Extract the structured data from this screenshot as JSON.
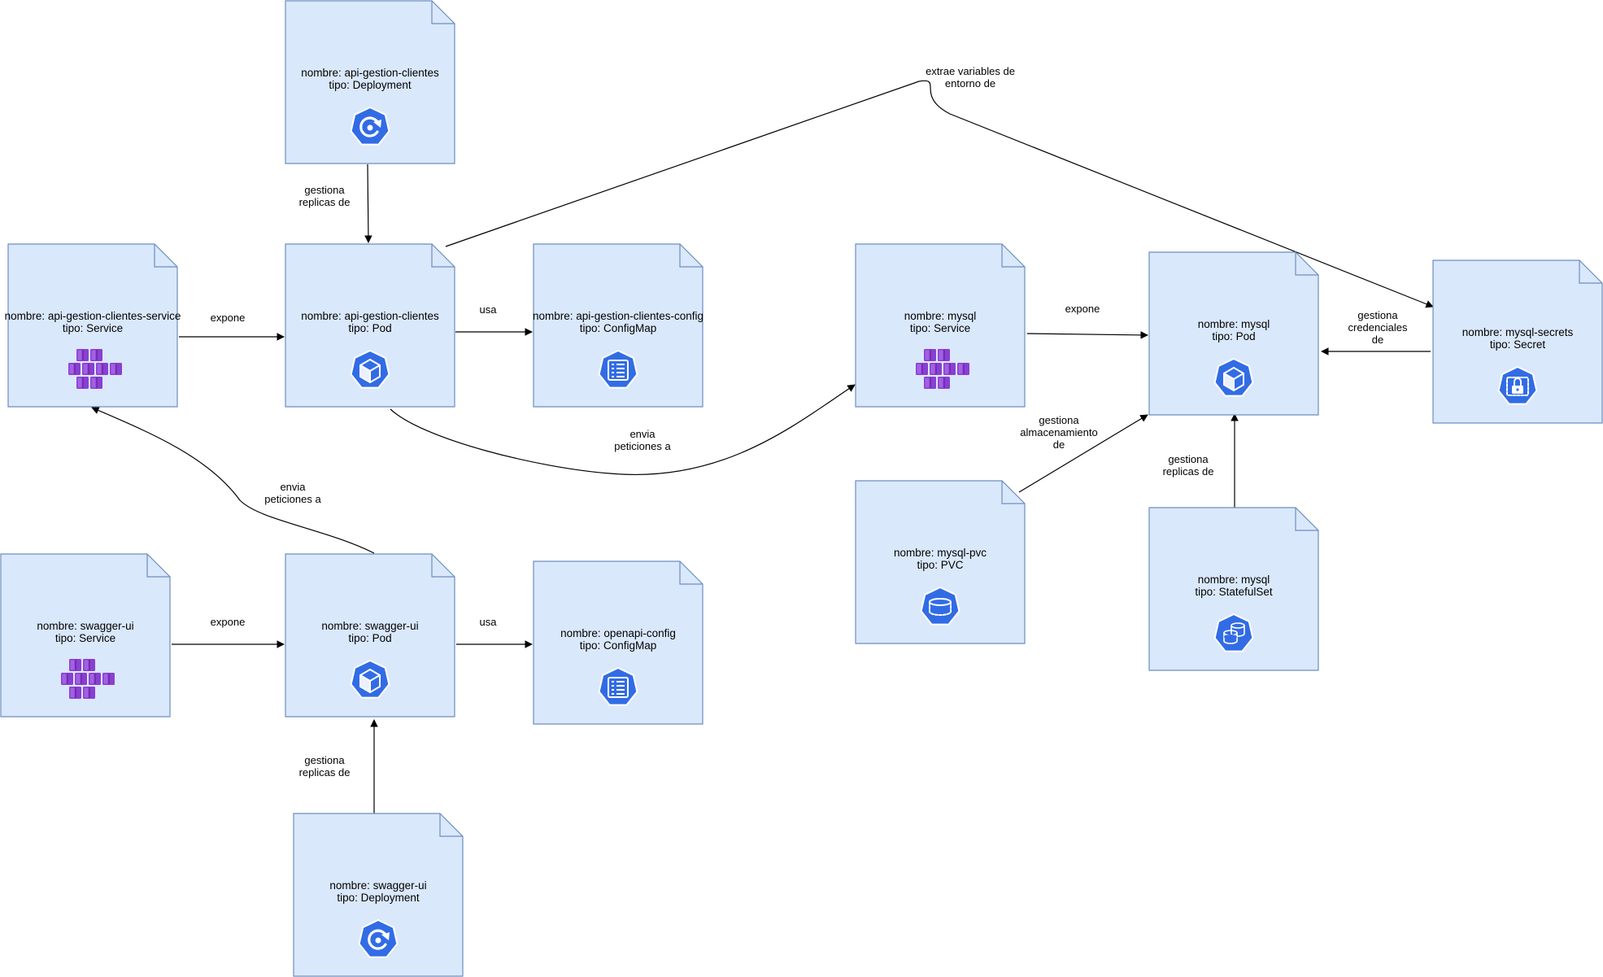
{
  "colors": {
    "note_fill": "#dae8fc",
    "note_stroke": "#6c8ebf",
    "k8s_blue": "#326ce5",
    "service_purple": "#8a3fd0",
    "service_purple_light": "#b77ef0"
  },
  "nodes": [
    {
      "id": "deploy-api",
      "name": "nombre: api-gestion-clientes",
      "type": "tipo: Deployment",
      "icon": "deployment-icon"
    },
    {
      "id": "svc-api",
      "name": "nombre: api-gestion-clientes-service",
      "type": "tipo: Service",
      "icon": "service-icon"
    },
    {
      "id": "pod-api",
      "name": "nombre: api-gestion-clientes",
      "type": "tipo: Pod",
      "icon": "pod-icon"
    },
    {
      "id": "cm-api",
      "name": "nombre: api-gestion-clientes-config",
      "type": "tipo: ConfigMap",
      "icon": "configmap-icon"
    },
    {
      "id": "svc-mysql",
      "name": "nombre: mysql",
      "type": "tipo: Service",
      "icon": "service-icon"
    },
    {
      "id": "pod-mysql",
      "name": "nombre: mysql",
      "type": "tipo: Pod",
      "icon": "pod-icon"
    },
    {
      "id": "secret-mysql",
      "name": "nombre: mysql-secrets",
      "type": "tipo: Secret",
      "icon": "secret-icon"
    },
    {
      "id": "pvc-mysql",
      "name": "nombre: mysql-pvc",
      "type": "tipo: PVC",
      "icon": "pvc-icon"
    },
    {
      "id": "sts-mysql",
      "name": "nombre: mysql",
      "type": "tipo: StatefulSet",
      "icon": "statefulset-icon"
    },
    {
      "id": "svc-swagger",
      "name": "nombre: swagger-ui",
      "type": "tipo: Service",
      "icon": "service-icon"
    },
    {
      "id": "pod-swagger",
      "name": "nombre: swagger-ui",
      "type": "tipo: Pod",
      "icon": "pod-icon"
    },
    {
      "id": "cm-openapi",
      "name": "nombre: openapi-config",
      "type": "tipo: ConfigMap",
      "icon": "configmap-icon"
    },
    {
      "id": "deploy-swagger",
      "name": "nombre: swagger-ui",
      "type": "tipo: Deployment",
      "icon": "deployment-icon"
    }
  ],
  "edges": [
    {
      "id": "e-deploy-api-pod",
      "label": [
        "gestiona",
        "replicas de"
      ]
    },
    {
      "id": "e-svc-api-pod",
      "label": [
        "expone"
      ]
    },
    {
      "id": "e-pod-api-cm",
      "label": [
        "usa"
      ]
    },
    {
      "id": "e-pod-api-secret",
      "label": [
        "extrae variables de",
        "entorno de"
      ]
    },
    {
      "id": "e-pod-api-svc-mysql",
      "label": [
        "envia",
        "peticiones a"
      ]
    },
    {
      "id": "e-svc-mysql-pod",
      "label": [
        "expone"
      ]
    },
    {
      "id": "e-secret-pod-mysql",
      "label": [
        "gestiona",
        "credenciales",
        "de"
      ]
    },
    {
      "id": "e-pvc-pod-mysql",
      "label": [
        "gestiona",
        "almacenamiento",
        "de"
      ]
    },
    {
      "id": "e-sts-pod-mysql",
      "label": [
        "gestiona",
        "replicas de"
      ]
    },
    {
      "id": "e-pod-swagger-svc-api",
      "label": [
        "envia",
        "peticiones a"
      ]
    },
    {
      "id": "e-svc-swagger-pod",
      "label": [
        "expone"
      ]
    },
    {
      "id": "e-pod-swagger-cm",
      "label": [
        "usa"
      ]
    },
    {
      "id": "e-deploy-swagger-pod",
      "label": [
        "gestiona",
        "replicas de"
      ]
    }
  ]
}
